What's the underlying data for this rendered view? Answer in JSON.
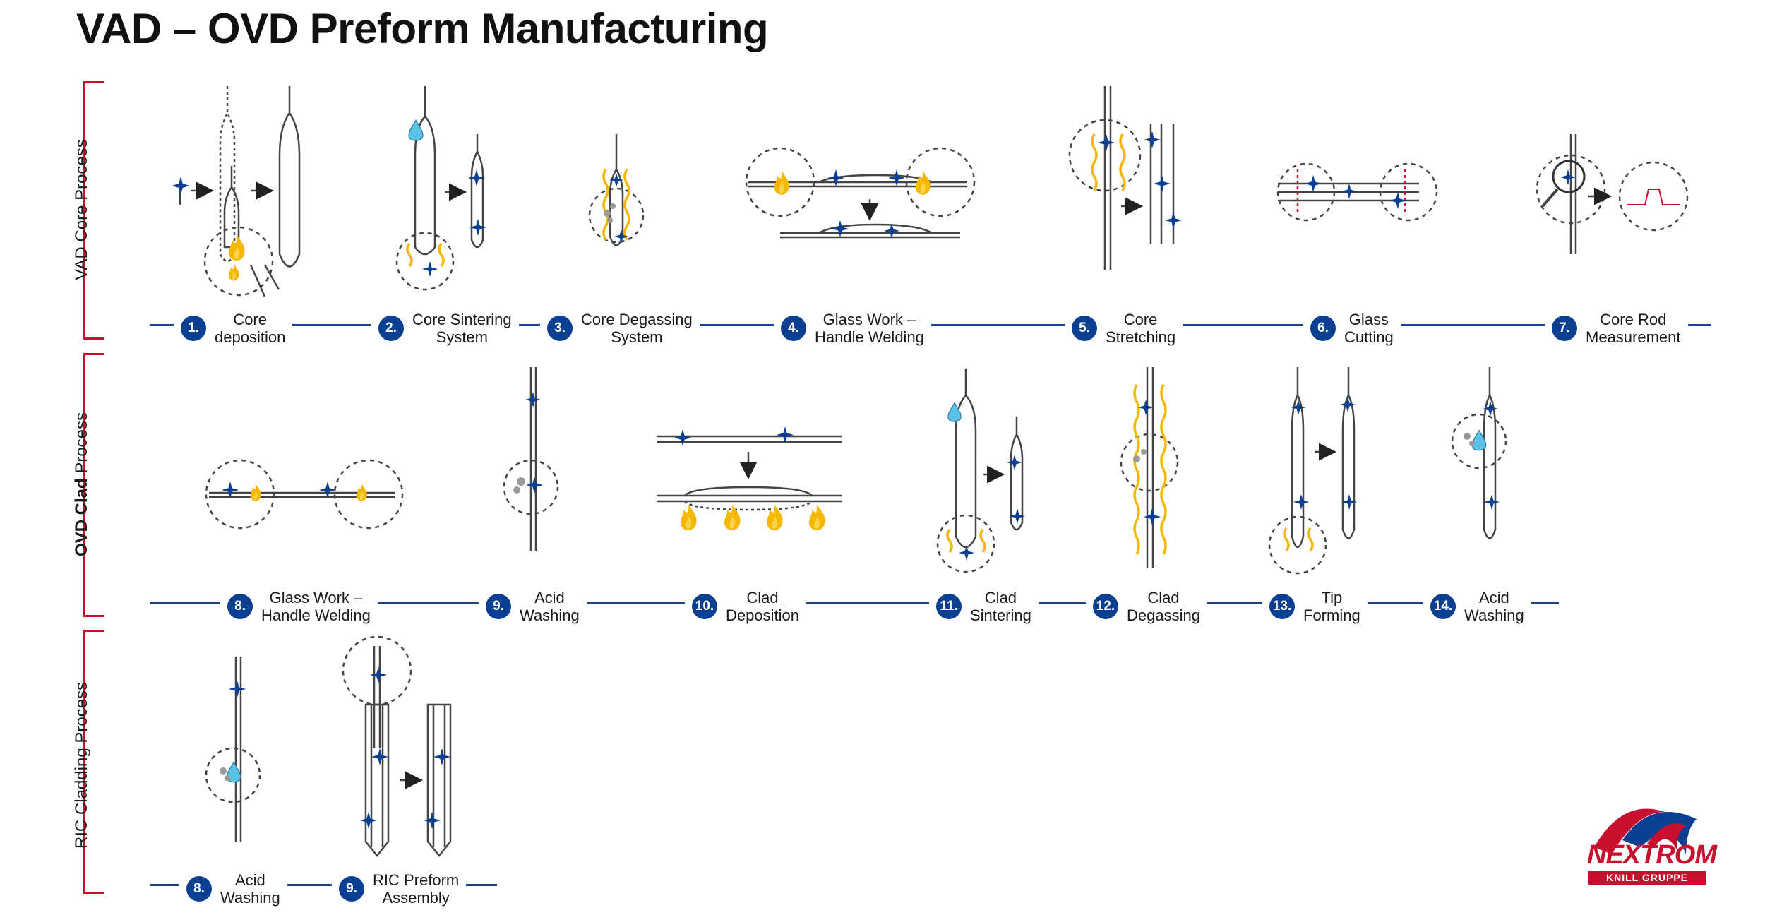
{
  "title": "VAD – OVD Preform Manufacturing",
  "colors": {
    "accent_blue": "#0b3f91",
    "bracket_red": "#c8102e",
    "flame_yellow": "#f5b800",
    "water_blue": "#5bc2e7"
  },
  "sections": [
    {
      "label_prefix": "VAD",
      "label_suffix": " Core Process"
    },
    {
      "label_prefix": "OVD Clad",
      "label_suffix": " Process"
    },
    {
      "label_prefix": "RIC",
      "label_suffix": " Cladding Process"
    }
  ],
  "row1": [
    {
      "num": "1.",
      "line1": "Core",
      "line2": "deposition"
    },
    {
      "num": "2.",
      "line1": "Core Sintering",
      "line2": "System"
    },
    {
      "num": "3.",
      "line1": "Core Degassing",
      "line2": "System"
    },
    {
      "num": "4.",
      "line1": "Glass Work –",
      "line2": "Handle Welding"
    },
    {
      "num": "5.",
      "line1": "Core",
      "line2": "Stretching"
    },
    {
      "num": "6.",
      "line1": "Glass",
      "line2": "Cutting"
    },
    {
      "num": "7.",
      "line1": "Core Rod",
      "line2": "Measurement"
    }
  ],
  "row2": [
    {
      "num": "8.",
      "line1": "Glass Work –",
      "line2": "Handle Welding"
    },
    {
      "num": "9.",
      "line1": "Acid",
      "line2": "Washing"
    },
    {
      "num": "10.",
      "line1": "Clad",
      "line2": "Deposition"
    },
    {
      "num": "11.",
      "line1": "Clad",
      "line2": "Sintering"
    },
    {
      "num": "12.",
      "line1": "Clad",
      "line2": "Degassing"
    },
    {
      "num": "13.",
      "line1": "Tip",
      "line2": "Forming"
    },
    {
      "num": "14.",
      "line1": "Acid",
      "line2": "Washing"
    }
  ],
  "row3": [
    {
      "num": "8.",
      "line1": "Acid",
      "line2": "Washing"
    },
    {
      "num": "9.",
      "line1": "RIC Preform",
      "line2": "Assembly"
    }
  ],
  "logo": {
    "word": "NEXTROM",
    "sub": "KNILL GRUPPE"
  }
}
